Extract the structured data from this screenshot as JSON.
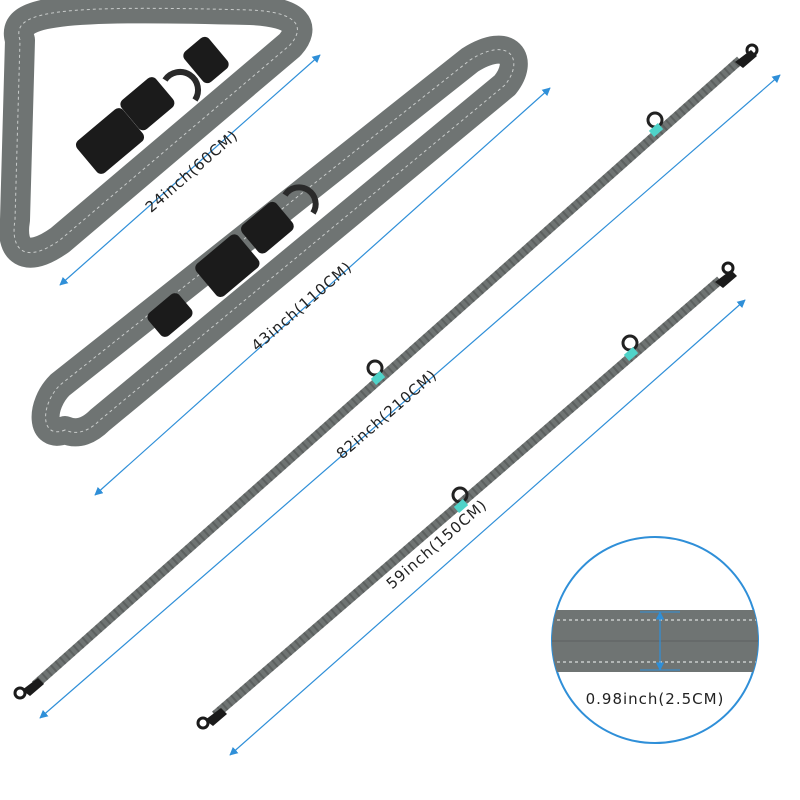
{
  "colors": {
    "strap": "#6f7473",
    "strap_dark": "#4a4e4d",
    "stitch": "#c9cccb",
    "buckle": "#1b1b1b",
    "accent_teal": "#4fd3c9",
    "dimension_line": "#2f8fd8",
    "magnifier_ring": "#2f8fd8"
  },
  "labels": {
    "collar_small": "24inch(60CM)",
    "collar_large": "43inch(110CM)",
    "leash_long": "82inch(210CM)",
    "leash_short": "59inch(150CM)",
    "width_detail": "0.98inch(2.5CM)"
  },
  "icons": {
    "dimension_arrows": "double-arrow",
    "clip": "snap-hook-icon",
    "ring": "d-ring-icon"
  }
}
